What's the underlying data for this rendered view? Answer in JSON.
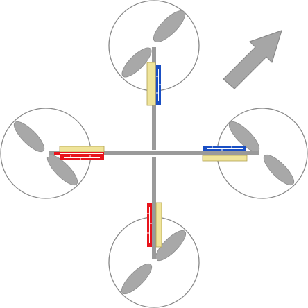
{
  "colors": {
    "background": "#ffffff",
    "frame": "#9a9a9a",
    "propeller": "#a8a8a8",
    "propeller_outline": "#8c8c8c",
    "circle": "#888888",
    "arrow": "#a6a6a6",
    "arrow_outline": "#8a8a8a",
    "board": "#efe49a",
    "board_outline": "#b0a050",
    "motor_red": "#e8141c",
    "motor_blue": "#1a4fc4",
    "stripe": "#ffffff"
  },
  "diagram": {
    "arms": [
      {
        "name": "front",
        "motor_color": "blue"
      },
      {
        "name": "right",
        "motor_color": "blue"
      },
      {
        "name": "back",
        "motor_color": "red"
      },
      {
        "name": "left",
        "motor_color": "red"
      }
    ],
    "direction_indicator": "arrow-icon"
  }
}
